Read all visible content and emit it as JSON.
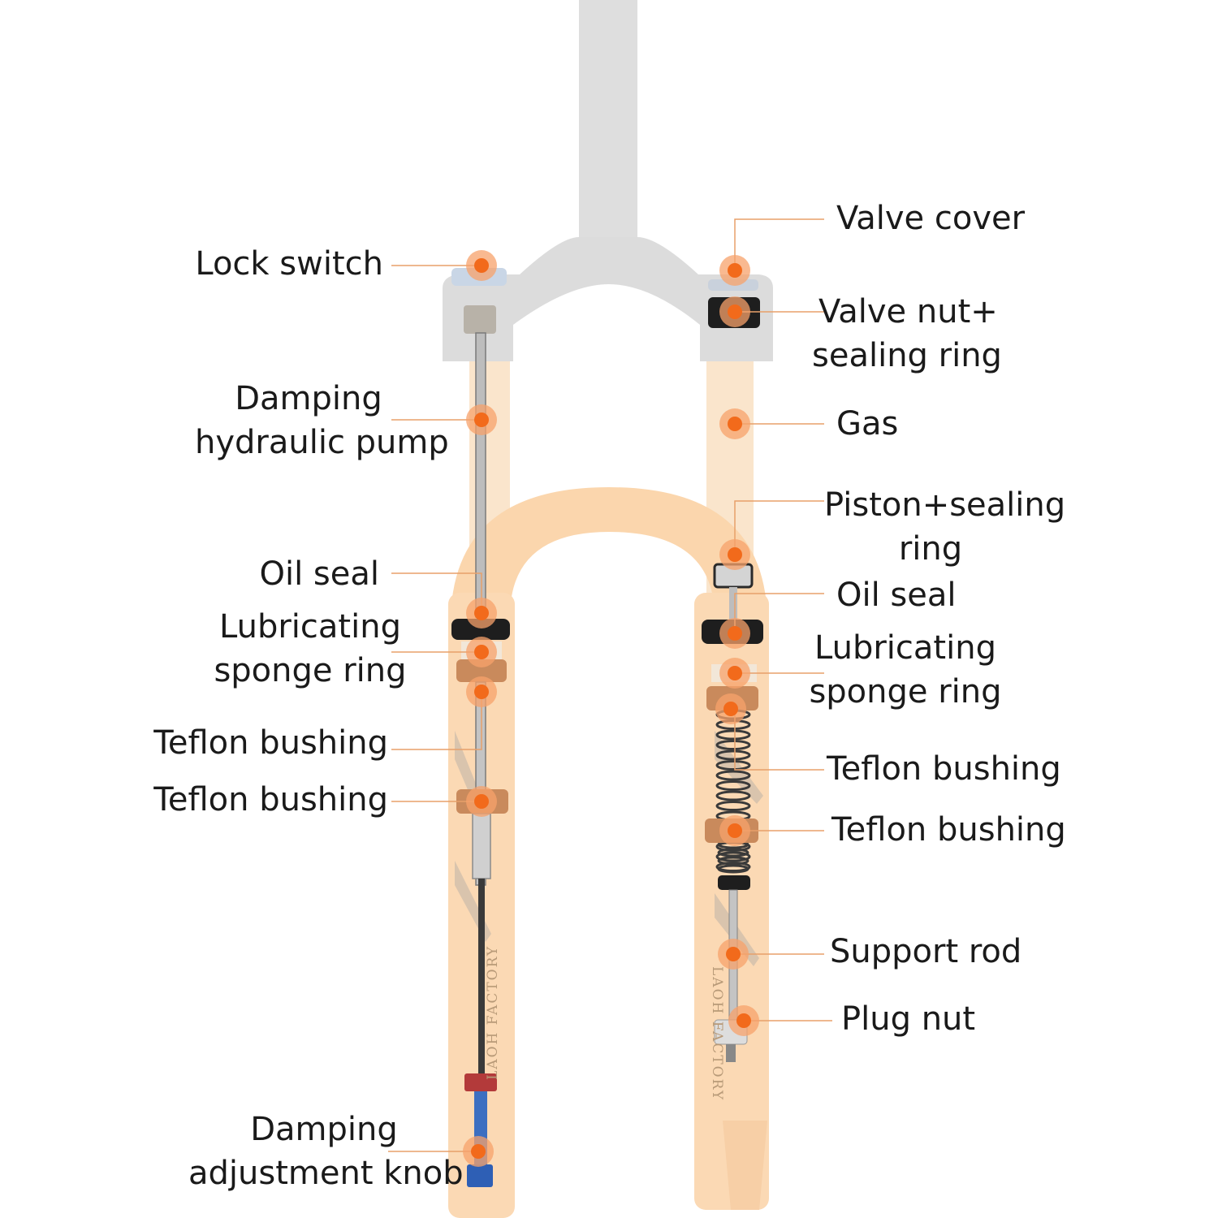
{
  "labels": {
    "lock_switch": "Lock switch",
    "damping_pump": [
      "Damping",
      "hydraulic pump"
    ],
    "oil_seal_left": "Oil seal",
    "lubricating_left": [
      "Lubricating",
      "sponge ring"
    ],
    "teflon_left_1": "Teflon bushing",
    "teflon_left_2": "Teflon bushing",
    "damping_knob": [
      "Damping",
      "adjustment knob"
    ],
    "valve_cover": "Valve cover",
    "valve_nut": [
      "Valve nut+",
      "sealing ring"
    ],
    "gas": "Gas",
    "piston": [
      "Piston+sealing",
      "ring"
    ],
    "oil_seal_right": "Oil seal",
    "lubricating_right": [
      "Lubricating",
      "sponge ring"
    ],
    "teflon_right_1": "Teflon bushing",
    "teflon_right_2": "Teflon bushing",
    "support_rod": "Support rod",
    "plug_nut": "Plug nut"
  },
  "watermark": "LAOH FACTORY",
  "colors": {
    "marker": "#f26a1b",
    "marker_halo": "#f7a16b",
    "leader": "#e8a06a",
    "lower_leg": "#fbd9b4",
    "crown": "#dcdcdc",
    "bushing": "#c98a5c"
  }
}
